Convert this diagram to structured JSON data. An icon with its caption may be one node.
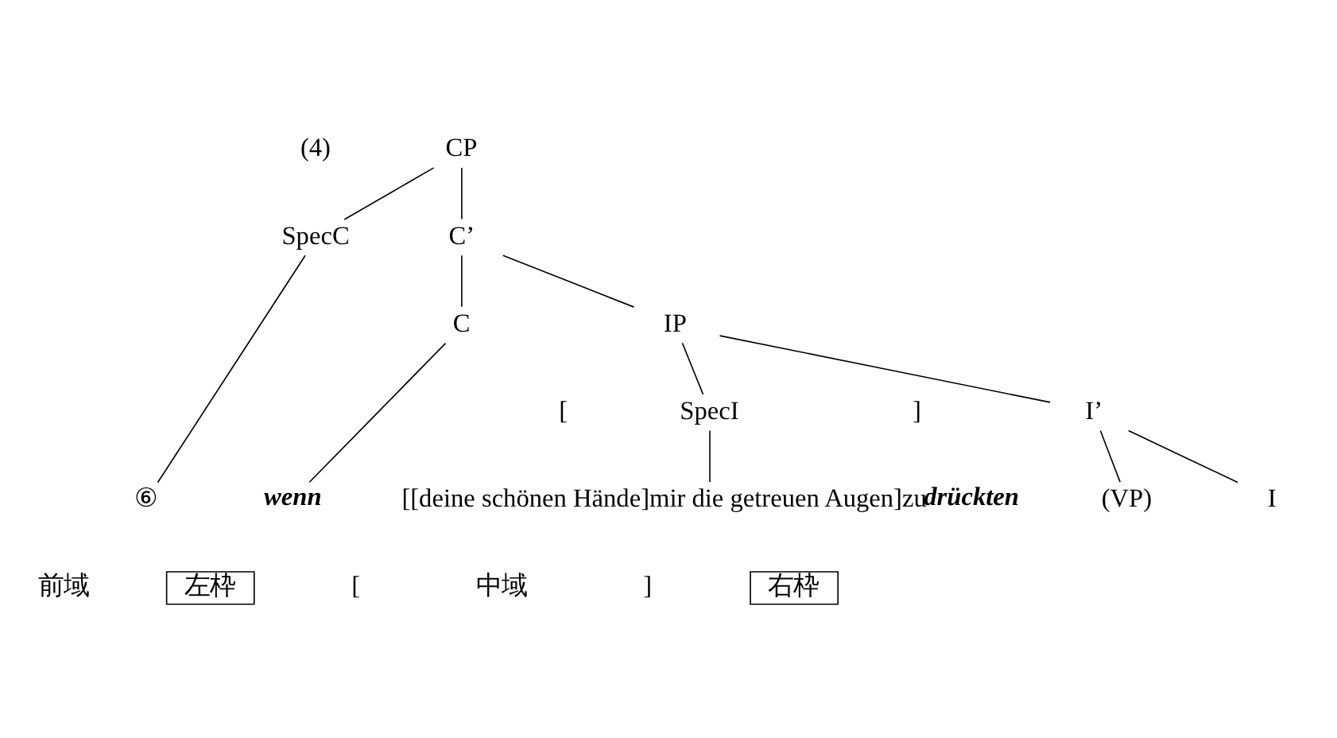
{
  "diagram": {
    "nodes": [
      {
        "text": [
          "CP"
        ]
      },
      {
        "text": [
          "SpecC"
        ]
      },
      {
        "text": [
          "C’"
        ]
      },
      {
        "text": [
          "C"
        ]
      },
      {
        "text": [
          "IP"
        ]
      },
      {
        "text": [
          "SpecI"
        ]
      },
      {
        "text": [
          "I’"
        ]
      },
      {
        "text": [
          "(VP)"
        ]
      },
      {
        "text": [
          "I"
        ]
      },
      {
        "text": [
          "⑥"
        ]
      },
      {
        "text": [
          "wenn"
        ]
      },
      {
        "text": [
          "[[deine schönen Hände]mir die getreuen Augen]zu",
          "drückten"
        ]
      },
      {
        "text": [
          "左枠"
        ]
      },
      {
        "text": [
          "右枠"
        ]
      }
    ],
    "edges": [
      {
        "from": 0,
        "to": 1,
        "arrow": "none"
      },
      {
        "from": 0,
        "to": 2,
        "arrow": "none"
      },
      {
        "from": 2,
        "to": 3,
        "arrow": "none"
      },
      {
        "from": 2,
        "to": 4,
        "arrow": "none"
      },
      {
        "from": 4,
        "to": 5,
        "arrow": "none"
      },
      {
        "from": 4,
        "to": 6,
        "arrow": "none"
      },
      {
        "from": 6,
        "to": 7,
        "arrow": "none"
      },
      {
        "from": 6,
        "to": 8,
        "arrow": "none"
      },
      {
        "from": 1,
        "to": 9,
        "arrow": "none"
      },
      {
        "from": 3,
        "to": 10,
        "arrow": "none"
      },
      {
        "from": 5,
        "to": 11,
        "arrow": "none"
      }
    ],
    "labels": [
      "(4)",
      "[",
      "]",
      "前域",
      "[",
      "中域",
      "]"
    ]
  }
}
